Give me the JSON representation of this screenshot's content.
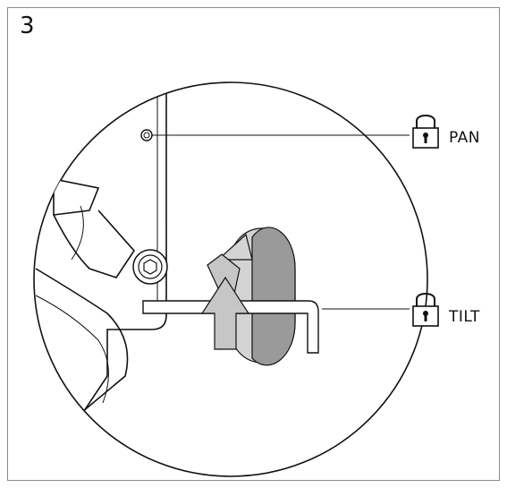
{
  "step": {
    "number": "3"
  },
  "labels": {
    "pan": "PAN",
    "tilt": "TILT"
  },
  "icons": {
    "lock": "padlock-icon",
    "rotate": "rotation-arrow-icon",
    "wrench": "hex-key-icon"
  },
  "colors": {
    "line": "#111111",
    "ring_light": "#d4d4d4",
    "ring_dark": "#9a9a9a",
    "arrow": "#c6c6c6",
    "frame": "#8a8a8a"
  }
}
